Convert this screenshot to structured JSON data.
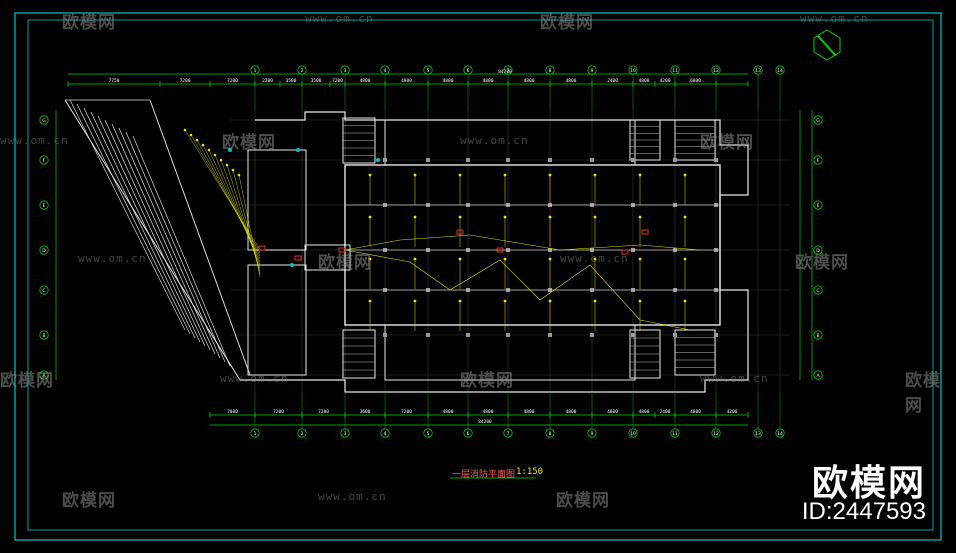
{
  "drawing": {
    "title": "一层消防平面图",
    "scale": "1:150",
    "colors": {
      "frame": "#00c8c8",
      "wall": "#e8e8e8",
      "dim": "#00d000",
      "axis_circle": "#00d000",
      "wiring": "#e8e800",
      "device": "#ff3030",
      "column": "#9a9a9a",
      "watermark": "#8a8a8a"
    }
  },
  "top_dims": [
    "7750",
    "7200",
    "7200",
    "2200",
    "3500",
    "3500",
    "7200",
    "4800",
    "4800",
    "4800",
    "4800",
    "4800",
    "4800",
    "2400",
    "4800",
    "4200",
    "6000"
  ],
  "top_total": "84200",
  "bottom_dims": [
    "7800",
    "7200",
    "7200",
    "3600",
    "7200",
    "4800",
    "4800",
    "4800",
    "4800",
    "4800",
    "4800",
    "2400",
    "4800",
    "4200",
    "6000"
  ],
  "bottom_total": "84200",
  "axis_numbers": [
    "1",
    "2",
    "3",
    "4",
    "5",
    "6",
    "7",
    "8",
    "9",
    "10",
    "11",
    "12",
    "13",
    "14"
  ],
  "axis_letters": [
    "G",
    "F",
    "E",
    "D",
    "C",
    "B",
    "A"
  ],
  "watermarks": {
    "brand_text": "欧模网",
    "url_text": "www.om.cn"
  },
  "brand": {
    "name": "欧模网",
    "id": "ID:2447593"
  }
}
